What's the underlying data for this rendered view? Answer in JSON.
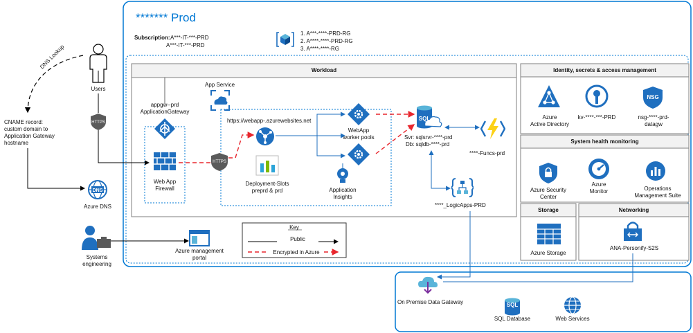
{
  "prod": {
    "title": "******* Prod",
    "subscription_label": "Subscription:",
    "subscription_1": "A***-IT-***-PRD",
    "subscription_2": "A***-IT-***-PRD",
    "resource_groups": [
      "1. A***-****-PRD-RG",
      "2. A****-****-PRD-RG",
      "3. A****-****-RG"
    ]
  },
  "left": {
    "dns_lookup": "DNS Lookup",
    "users": "Users",
    "https": "HTTPS",
    "cname": [
      "CNAME record:",
      "custom domain to",
      "Application Gateway",
      "hostname"
    ],
    "azure_dns": "Azure DNS",
    "systems_engineering": [
      "Systems",
      "engineering"
    ],
    "azure_management_portal": [
      "Azure management",
      "portal"
    ]
  },
  "workload": {
    "title": "Workload",
    "appgw": [
      "appgw--prd",
      "ApplicationGateway"
    ],
    "waf": [
      "Web App",
      "Firewall"
    ],
    "app_service": "App Service",
    "https": "HTTPS",
    "webapp_url": "https://webapp-.azurewebsites.net",
    "webapp_worker_pools": [
      "WebApp",
      "worker pools"
    ],
    "deployment_slots": [
      "Deployment-Slots",
      "preprd & prd"
    ],
    "app_insights": [
      "Application",
      "Insights"
    ],
    "sql_icon": "SQL",
    "sql_server": "Svr: sqlsrvr-****-prd",
    "sql_db": "Db: sqldb-****-prd",
    "funcs": "****-Funcs-prd",
    "logicapps": "****_LogicApps-PRD"
  },
  "key": {
    "title": "Key",
    "public": "Public",
    "encrypted": "Encrypted in Azure"
  },
  "identity": {
    "title": "Identity, secrets & access management",
    "aad": [
      "Azure",
      "Active Directory"
    ],
    "kv": "kv-****-***-PRD",
    "nsg_icon": "NSG",
    "nsg": [
      "nsg-****-prd-",
      "datagw"
    ]
  },
  "health": {
    "title": "System health monitoring",
    "security_center": [
      "Azure Security",
      "Center"
    ],
    "monitor": [
      "Azure",
      "Monitor"
    ],
    "oms": [
      "Operations",
      "Management Suite"
    ]
  },
  "storage": {
    "title": "Storage",
    "label": "Azure Storage"
  },
  "networking": {
    "title": "Networking",
    "label": "ANA-Personify-S2S"
  },
  "onprem": {
    "gateway": "On Premise Data Gateway",
    "sql_icon": "SQL",
    "sql_db": "SQL Database",
    "web_services": "Web Services"
  },
  "colors": {
    "azure_blue": "#0078d4",
    "icon_blue": "#1f6fbf",
    "encrypted_red": "#e8262d",
    "gray_head": "#f2f2f2"
  }
}
